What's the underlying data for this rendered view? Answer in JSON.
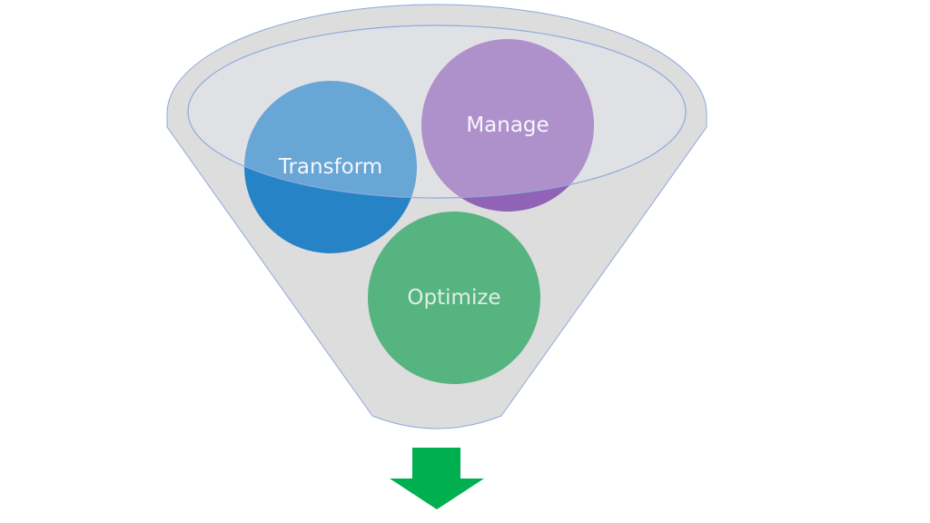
{
  "diagram": {
    "type": "funnel",
    "circles": [
      {
        "label": "Transform",
        "color": "#2683C6",
        "text_color": "#ffffff"
      },
      {
        "label": "Manage",
        "color": "#9163B6",
        "text_color": "#ffffff"
      },
      {
        "label": "Optimize",
        "color": "#56B480",
        "text_color": "#E2EEE6"
      }
    ],
    "funnel_color": "#DDDDDD",
    "funnel_outline": "#8EA9DB",
    "rim_fill": "#E6E8F4",
    "arrow_color": "#00B050"
  }
}
